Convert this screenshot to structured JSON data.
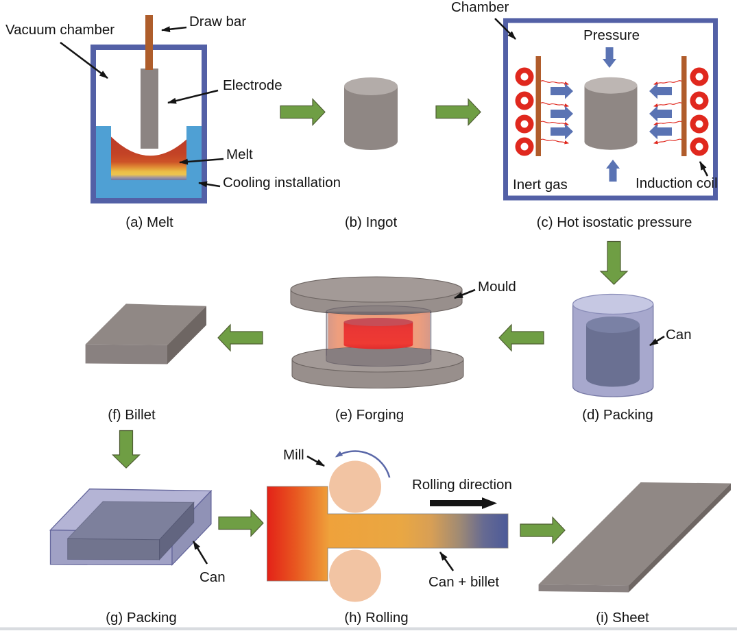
{
  "colors": {
    "frame_blue": "#5360a6",
    "cooling_blue": "#4fa0d4",
    "arrow_green": "#6f9e44",
    "arrow_green_edge": "#4e5d32",
    "metal_gray": "#8f8784",
    "electrode_gray": "#8c8482",
    "metal_gray_light": "#b3aca9",
    "metal_gray_lighter": "#bdb6b3",
    "draw_bar_brown": "#ae5d2b",
    "coil_red": "#e0281e",
    "coil_bar_brown": "#b05c2b",
    "pressure_blue": "#5a73b3",
    "rotation_blue": "#5a68a8",
    "can_top": "#c6c8e3",
    "can_body_inner": "#6a7092",
    "can_inner_top": "#7a81a5",
    "mould_gray": "#988f8c",
    "mould_top": "#a39a97",
    "hot_red": "#e93432",
    "hot_red_top": "#c64e57",
    "glow_salmon": "#f0a081",
    "roll_peach": "#f2c4a3",
    "strip_blue": "#4e5b98",
    "billet_top": "#908885",
    "billet_front": "#898180",
    "billet_side": "#6e6663",
    "box_top": "#b4b4d5",
    "box_front": "#a0a1c5",
    "box_side": "#9092b6",
    "box_edge": "#63659b",
    "slab_top": "#7d809c",
    "slab_front": "#71748e",
    "slab_side": "#626580",
    "label_black": "#141414",
    "footer_strip": "#d9dce0"
  },
  "panels": {
    "a": {
      "caption": "(a) Melt",
      "labels": {
        "vacuum_chamber": "Vacuum chamber",
        "draw_bar": "Draw bar",
        "electrode": "Electrode",
        "melt": "Melt",
        "cooling_installation": "Cooling installation"
      }
    },
    "b": {
      "caption": "(b) Ingot"
    },
    "c": {
      "caption": "(c) Hot isostatic pressure",
      "labels": {
        "chamber": "Chamber",
        "pressure": "Pressure",
        "inert_gas": "Inert gas",
        "induction_coil": "Induction coil"
      }
    },
    "d": {
      "caption": "(d) Packing",
      "labels": {
        "can": "Can"
      }
    },
    "e": {
      "caption": "(e) Forging",
      "labels": {
        "mould": "Mould"
      }
    },
    "f": {
      "caption": "(f) Billet"
    },
    "g": {
      "caption": "(g) Packing",
      "labels": {
        "can": "Can"
      }
    },
    "h": {
      "caption": "(h) Rolling",
      "labels": {
        "mill": "Mill",
        "rolling_direction": "Rolling direction",
        "can_billet": "Can + billet"
      }
    },
    "i": {
      "caption": "(i) Sheet"
    }
  }
}
